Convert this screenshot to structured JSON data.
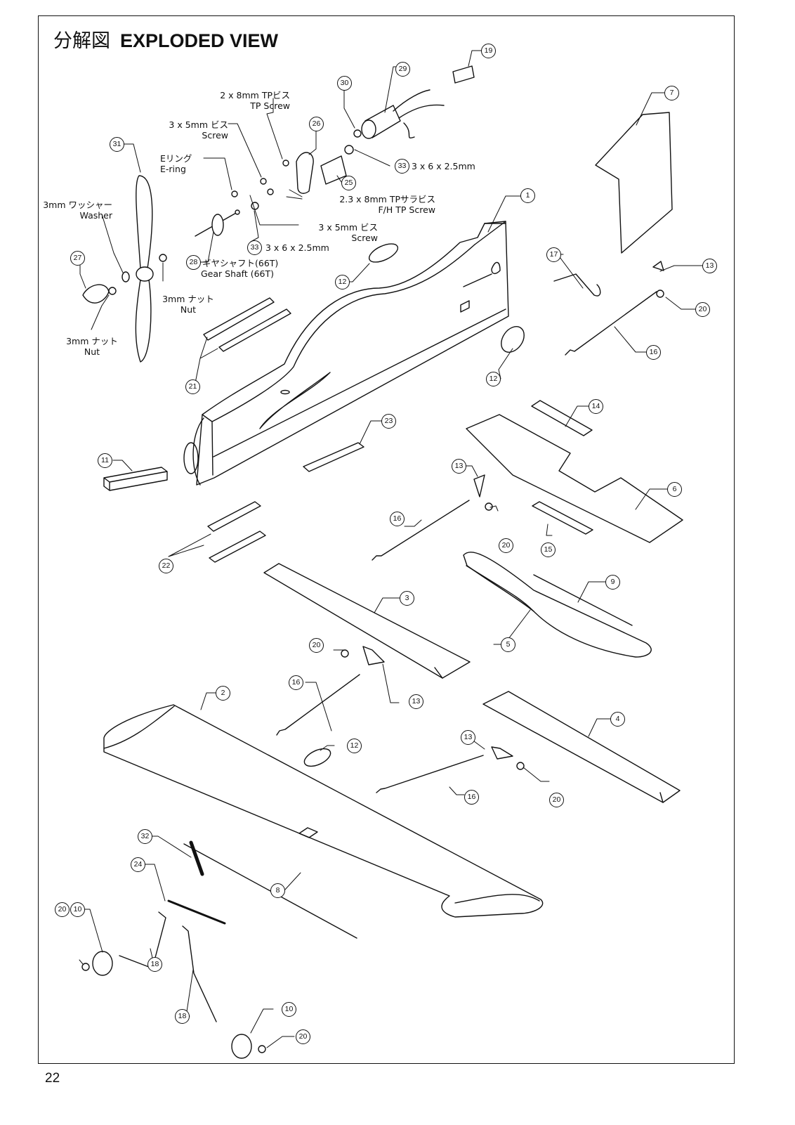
{
  "title": {
    "jp": "分解図",
    "en": "EXPLODED VIEW"
  },
  "page_number": "22",
  "labels": {
    "tp_screw_2x8": [
      "2 x 8mm TPビス",
      "TP Screw"
    ],
    "screw_3x5_top": [
      "3 x 5mm ビス",
      "Screw"
    ],
    "e_ring": [
      "Eリング",
      "E-ring"
    ],
    "washer": [
      "3mm ワッシャー",
      "Washer"
    ],
    "fh_tp_screw": [
      "2.3 x 8mm TPサラビス",
      "F/H TP Screw"
    ],
    "screw_3x5_mid": [
      "3 x 5mm ビス",
      "Screw"
    ],
    "collar_top": "3 x 6 x 2.5mm",
    "collar_mid": "3 x 6 x 2.5mm",
    "gear_shaft": [
      "ギヤシャフト(66T)",
      "Gear Shaft (66T)"
    ],
    "nut_right": [
      "3mm ナット",
      "Nut"
    ],
    "nut_left": [
      "3mm ナット",
      "Nut"
    ]
  },
  "callouts": {
    "n1": "1",
    "n2": "2",
    "n3": "3",
    "n4": "4",
    "n5": "5",
    "n6": "6",
    "n7": "7",
    "n8": "8",
    "n9": "9",
    "n10a": "10",
    "n10b": "10",
    "n11": "11",
    "n12a": "12",
    "n12b": "12",
    "n12c": "12",
    "n13a": "13",
    "n13b": "13",
    "n13c": "13",
    "n13d": "13",
    "n14": "14",
    "n15": "15",
    "n16a": "16",
    "n16b": "16",
    "n16c": "16",
    "n16d": "16",
    "n17": "17",
    "n18a": "18",
    "n18b": "18",
    "n19": "19",
    "n20a": "20",
    "n20b": "20",
    "n20c": "20",
    "n20d": "20",
    "n20e": "20",
    "n20f": "20",
    "n21": "21",
    "n22": "22",
    "n23": "23",
    "n24": "24",
    "n25": "25",
    "n26": "26",
    "n27": "27",
    "n28": "28",
    "n29": "29",
    "n30": "30",
    "n31": "31",
    "n32": "32",
    "n33a": "33",
    "n33b": "33"
  }
}
